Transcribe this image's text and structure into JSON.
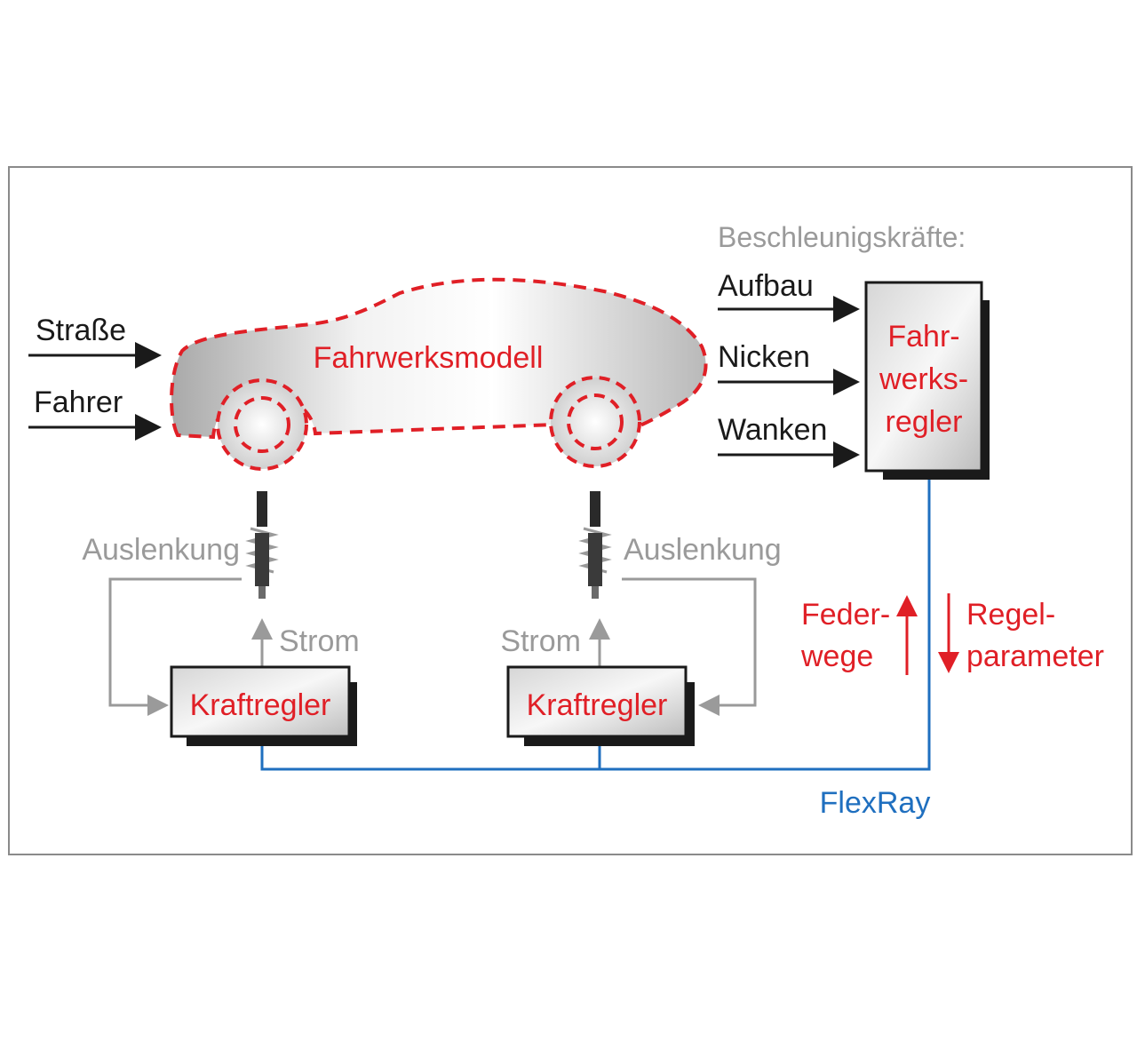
{
  "labels": {
    "beschleunigung": "Beschleunigskräfte:",
    "aufbau": "Aufbau",
    "nicken": "Nicken",
    "wanken": "Wanken",
    "strasse": "Straße",
    "fahrer": "Fahrer",
    "fahrwerksmodell": "Fahrwerksmodell",
    "regler_line1": "Fahr-",
    "regler_line2": "werks-",
    "regler_line3": "regler",
    "auslenkung_left": "Auslenkung",
    "auslenkung_right": "Auslenkung",
    "strom_left": "Strom",
    "strom_right": "Strom",
    "kraftregler_left": "Kraftregler",
    "kraftregler_right": "Kraftregler",
    "federwege_line1": "Feder-",
    "federwege_line2": "wege",
    "regelparameter_line1": "Regel-",
    "regelparameter_line2": "parameter",
    "flexray": "FlexRay"
  },
  "colors": {
    "red": "#e01f26",
    "gray": "#9a9a9a",
    "black": "#1a1a1a",
    "blue": "#1f6fbf",
    "frame": "#8a8a8a"
  }
}
